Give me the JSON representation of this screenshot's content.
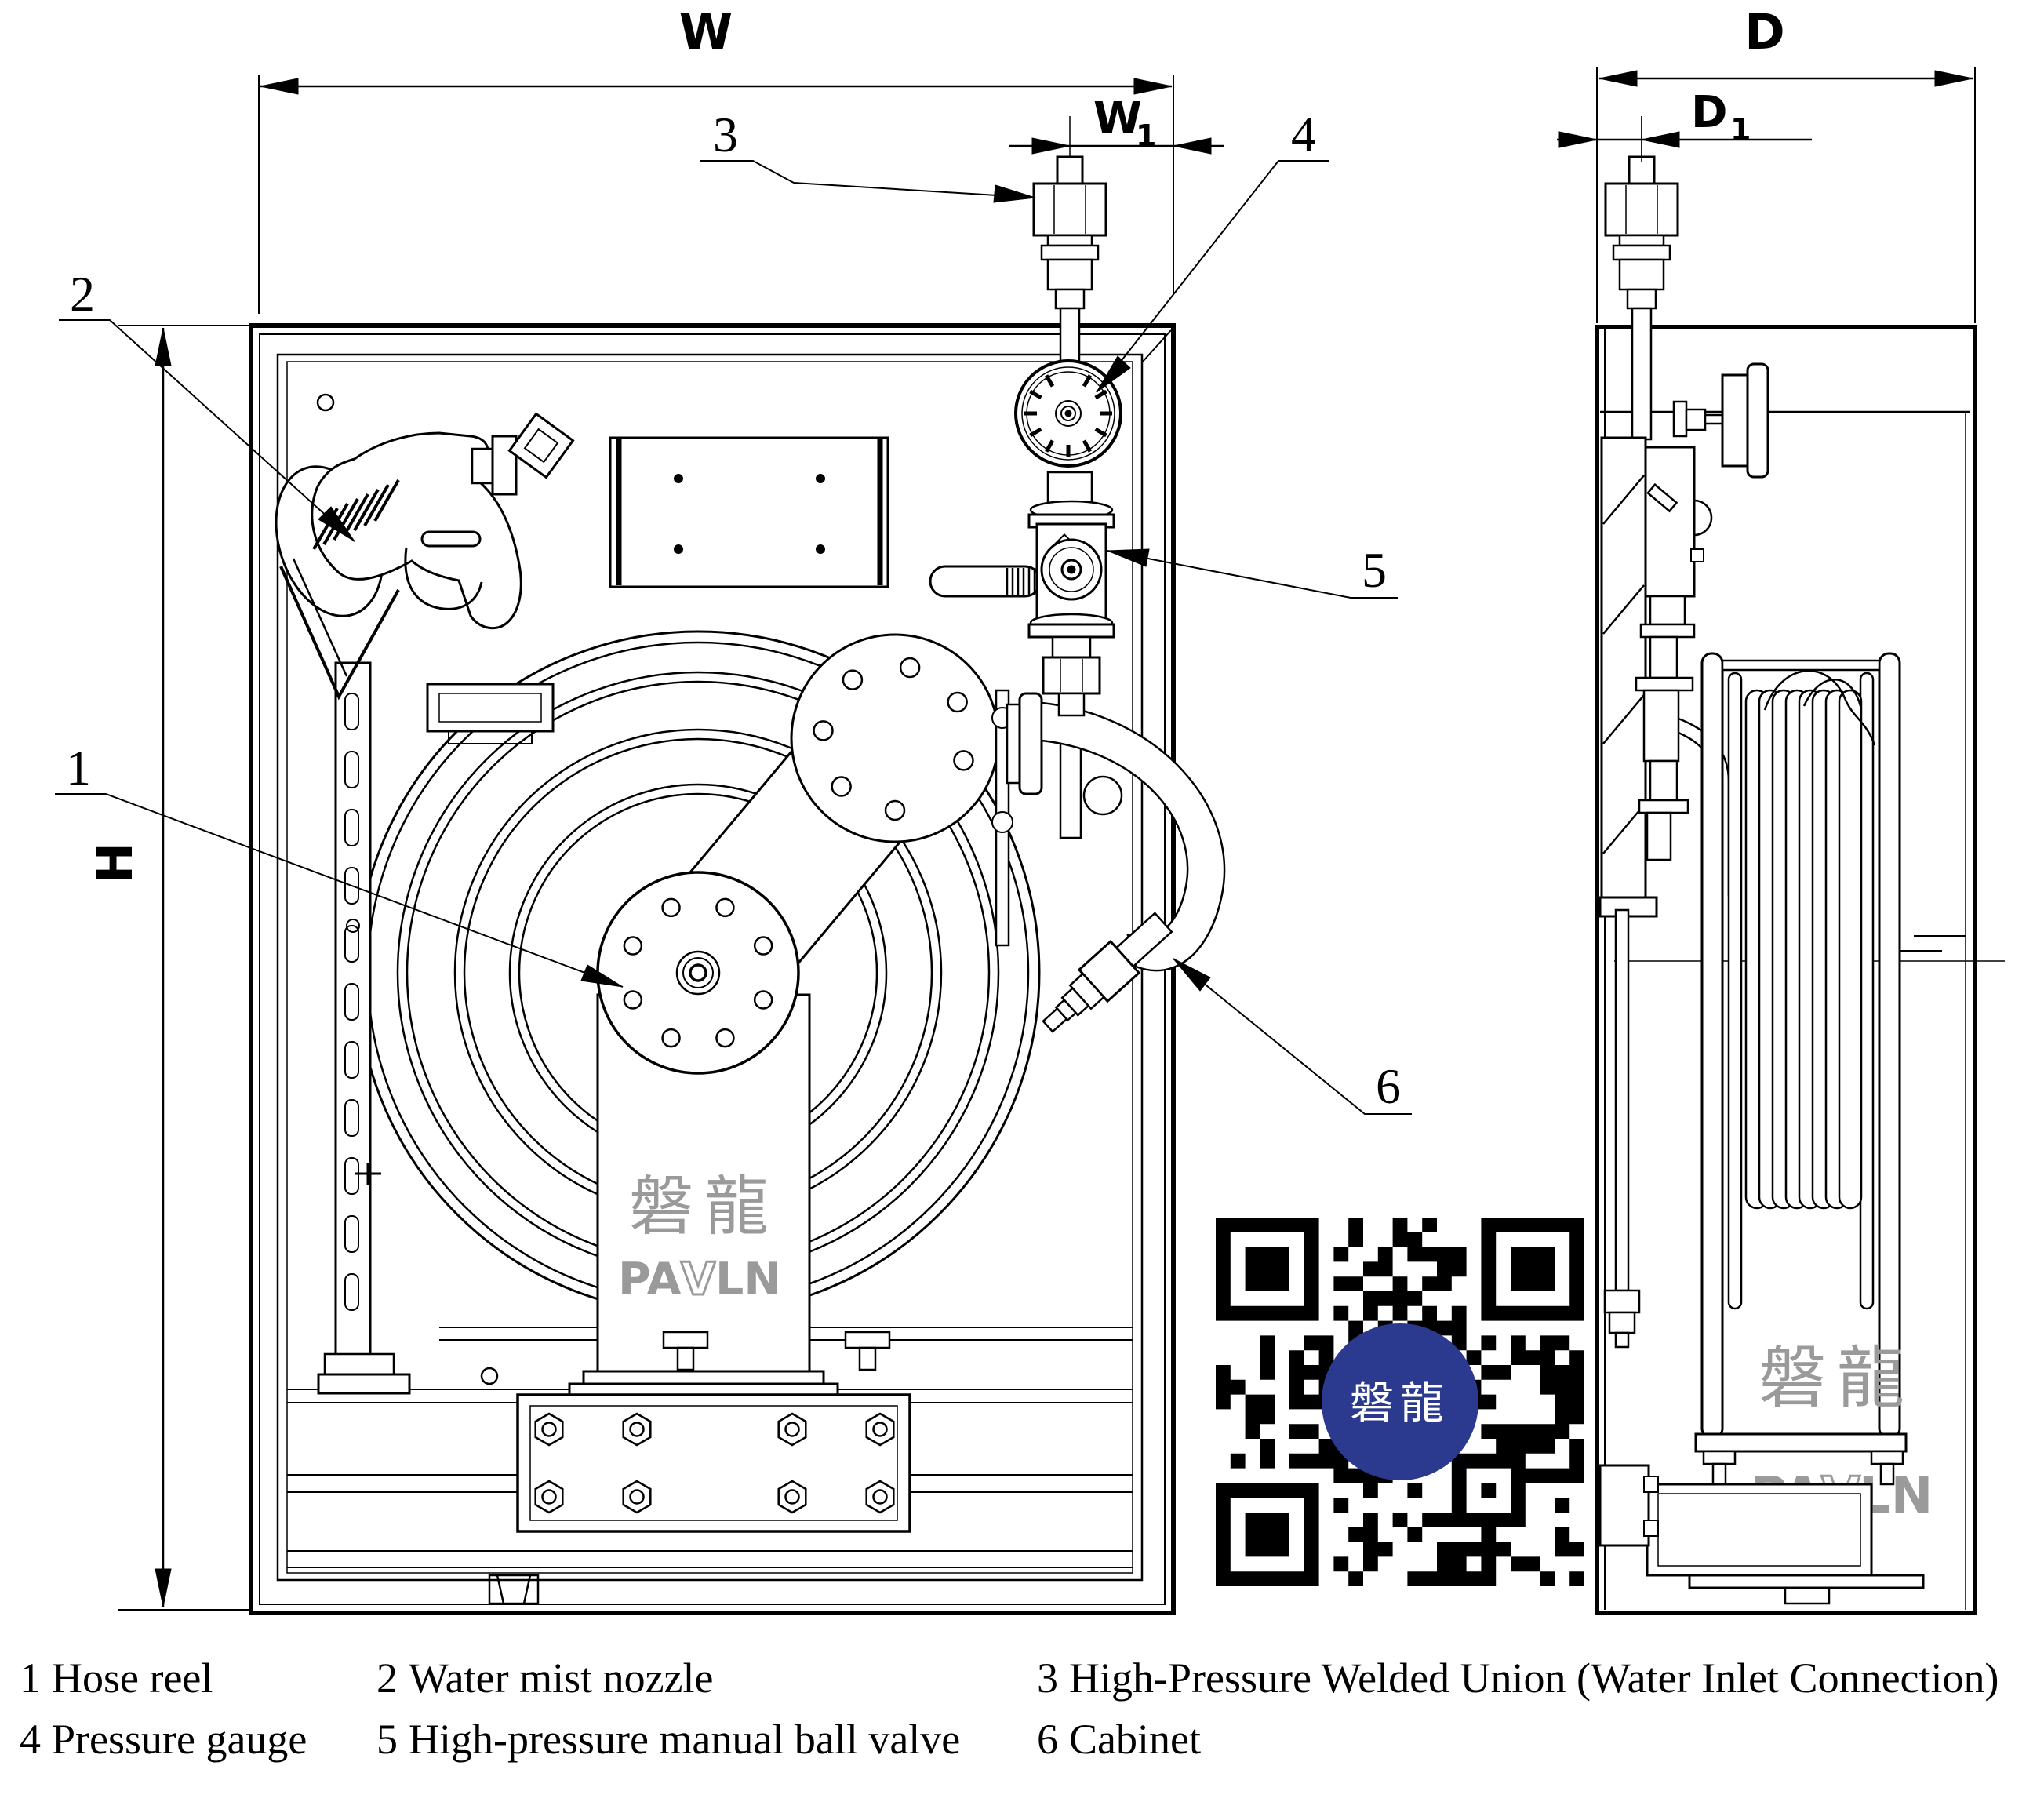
{
  "dimensions": {
    "w": "W",
    "w1_base": "W",
    "w1_sub": "1",
    "d": "D",
    "d1_base": "D",
    "d1_sub": "1",
    "h": "H"
  },
  "legend": {
    "items": [
      {
        "num": "1",
        "text": "Hose reel"
      },
      {
        "num": "2",
        "text": "Water mist nozzle"
      },
      {
        "num": "3",
        "text": "High-Pressure Welded Union (Water Inlet Connection)"
      },
      {
        "num": "4",
        "text": "Pressure gauge"
      },
      {
        "num": "5",
        "text": "High-pressure manual ball valve"
      },
      {
        "num": "6",
        "text": "Cabinet"
      }
    ]
  },
  "brand": {
    "cn": "磐龍",
    "en_pa": "PA",
    "en_v": "V",
    "en_ln": "LN"
  },
  "qr": {
    "logo_text": "磐龍",
    "module_color": "#000000",
    "logo_color": "#2b3a8e"
  },
  "colors": {
    "line": "#000000",
    "brand_gray": "#9a9a9a",
    "background": "#ffffff"
  }
}
